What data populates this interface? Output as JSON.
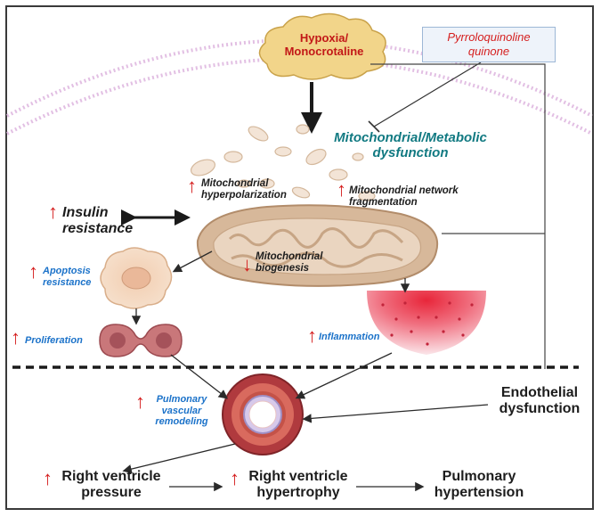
{
  "nodes": {
    "hypoxia": "Hypoxia/\nMonocrotaline",
    "pqq": "Pyrroloquinoline\nquinone",
    "mito_dysfunction": "Mitochondrial/Metabolic\ndysfunction",
    "hyperpolarization": "Mitochondrial\nhyperpolarization",
    "fragmentation": "Mitochondrial network\nfragmentation",
    "biogenesis": "Mitochondrial\nbiogenesis",
    "insulin": "Insulin\nresistance",
    "apoptosis": "Apoptosis\nresistance",
    "proliferation": "Proliferation",
    "inflammation": "Inflammation",
    "remodeling": "Pulmonary\nvascular\nremodeling",
    "endothelial": "Endothelial\ndysfunction",
    "rv_pressure": "Right ventricle\npressure",
    "rv_hypertrophy": "Right ventricle\nhypertrophy",
    "ph": "Pulmonary\nhypertension"
  },
  "indicators": {
    "up": "↑",
    "down": "↓"
  },
  "colors": {
    "red_text": "#d51f1f",
    "blue_text": "#1b72c9",
    "teal_text": "#127a82",
    "hypoxia_fill": "#f2d58a",
    "mito_fill": "#d7b89a",
    "membrane": "#e4c5e6"
  }
}
